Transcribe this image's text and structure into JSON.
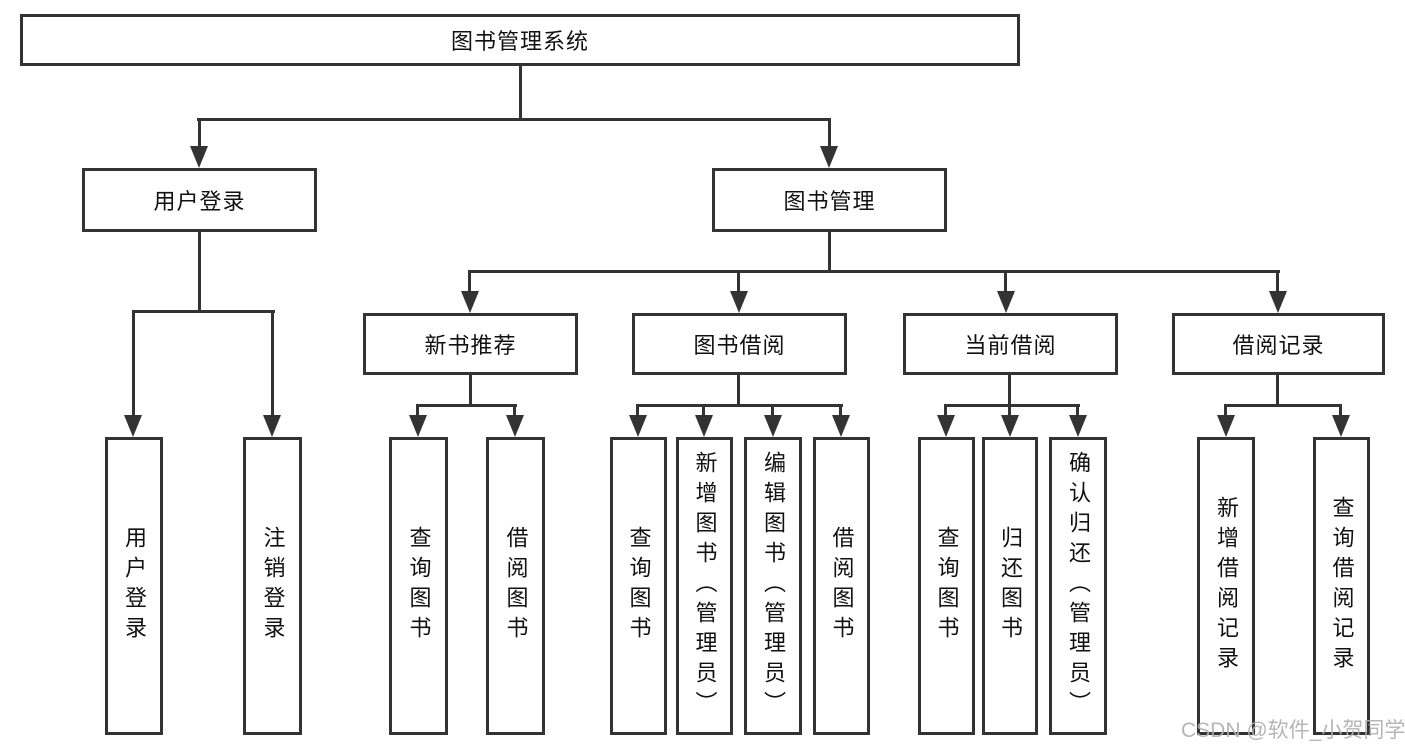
{
  "colors": {
    "line": "#333333",
    "text": "#111111",
    "background": "#ffffff",
    "watermark": "#b0b0b0"
  },
  "root": {
    "label": "图书管理系统"
  },
  "user_login": {
    "label": "用户登录",
    "children": [
      {
        "label": "用户登录"
      },
      {
        "label": "注销登录"
      }
    ]
  },
  "book_management": {
    "label": "图书管理",
    "sections": [
      {
        "label": "新书推荐",
        "children": [
          {
            "label": "查询图书"
          },
          {
            "label": "借阅图书"
          }
        ]
      },
      {
        "label": "图书借阅",
        "children": [
          {
            "label": "查询图书"
          },
          {
            "label": "新增图书（管理员）"
          },
          {
            "label": "编辑图书（管理员）"
          },
          {
            "label": "借阅图书"
          }
        ]
      },
      {
        "label": "当前借阅",
        "children": [
          {
            "label": "查询图书"
          },
          {
            "label": "归还图书"
          },
          {
            "label": "确认归还（管理员）"
          }
        ]
      },
      {
        "label": "借阅记录",
        "children": [
          {
            "label": "新增借阅记录"
          },
          {
            "label": "查询借阅记录"
          }
        ]
      }
    ]
  },
  "watermark": {
    "text": "CSDN @软件_小贺同学"
  }
}
